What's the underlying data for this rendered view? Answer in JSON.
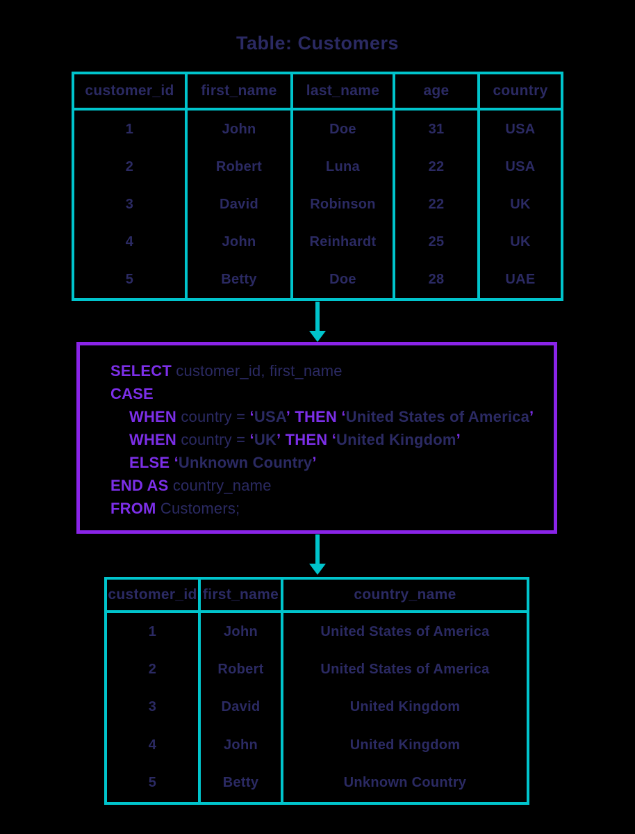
{
  "page": {
    "title": "Table: Customers"
  },
  "colors": {
    "background": "#000000",
    "teal": "#00c4cc",
    "navy": "#2b2a63",
    "purple": "#8a24e8",
    "keyword": "#7c2fe8"
  },
  "icons": {
    "flow_arrow_1": "down-arrow",
    "flow_arrow_2": "down-arrow"
  },
  "source_table": {
    "headers": [
      "customer_id",
      "first_name",
      "last_name",
      "age",
      "country"
    ],
    "rows": [
      [
        "1",
        "John",
        "Doe",
        "31",
        "USA"
      ],
      [
        "2",
        "Robert",
        "Luna",
        "22",
        "USA"
      ],
      [
        "3",
        "David",
        "Robinson",
        "22",
        "UK"
      ],
      [
        "4",
        "John",
        "Reinhardt",
        "25",
        "UK"
      ],
      [
        "5",
        "Betty",
        "Doe",
        "28",
        "UAE"
      ]
    ]
  },
  "sql_query": {
    "lines": [
      {
        "indent": 0,
        "tokens": [
          {
            "text": "SELECT",
            "style": "kw"
          },
          {
            "text": " customer_id, first_name",
            "style": "plain"
          }
        ]
      },
      {
        "indent": 0,
        "tokens": [
          {
            "text": "CASE",
            "style": "kw"
          }
        ]
      },
      {
        "indent": 1,
        "tokens": [
          {
            "text": "WHEN",
            "style": "kw"
          },
          {
            "text": " country = ",
            "style": "plain"
          },
          {
            "text": "‘",
            "style": "q"
          },
          {
            "text": "USA",
            "style": "str"
          },
          {
            "text": "’",
            "style": "q"
          },
          {
            "text": " ",
            "style": "plain"
          },
          {
            "text": "THEN",
            "style": "kw"
          },
          {
            "text": " ",
            "style": "plain"
          },
          {
            "text": "‘",
            "style": "q"
          },
          {
            "text": "United States of America",
            "style": "str"
          },
          {
            "text": "’",
            "style": "q"
          }
        ]
      },
      {
        "indent": 1,
        "tokens": [
          {
            "text": "WHEN",
            "style": "kw"
          },
          {
            "text": " country = ",
            "style": "plain"
          },
          {
            "text": "‘",
            "style": "q"
          },
          {
            "text": "UK",
            "style": "str"
          },
          {
            "text": "’",
            "style": "q"
          },
          {
            "text": " ",
            "style": "plain"
          },
          {
            "text": "THEN",
            "style": "kw"
          },
          {
            "text": " ",
            "style": "plain"
          },
          {
            "text": "‘",
            "style": "q"
          },
          {
            "text": "United Kingdom",
            "style": "str"
          },
          {
            "text": "’",
            "style": "q"
          }
        ]
      },
      {
        "indent": 1,
        "tokens": [
          {
            "text": "ELSE",
            "style": "kw"
          },
          {
            "text": " ",
            "style": "plain"
          },
          {
            "text": "‘",
            "style": "q"
          },
          {
            "text": "Unknown Country",
            "style": "str"
          },
          {
            "text": "’",
            "style": "q"
          }
        ]
      },
      {
        "indent": 0,
        "tokens": [
          {
            "text": "END AS",
            "style": "kw"
          },
          {
            "text": " country_name",
            "style": "plain"
          }
        ]
      },
      {
        "indent": 0,
        "tokens": [
          {
            "text": "FROM",
            "style": "kw"
          },
          {
            "text": " Customers;",
            "style": "plain"
          }
        ]
      }
    ]
  },
  "result_table": {
    "headers": [
      "customer_id",
      "first_name",
      "country_name"
    ],
    "rows": [
      [
        "1",
        "John",
        "United States of America"
      ],
      [
        "2",
        "Robert",
        "United States of America"
      ],
      [
        "3",
        "David",
        "United Kingdom"
      ],
      [
        "4",
        "John",
        "United Kingdom"
      ],
      [
        "5",
        "Betty",
        "Unknown Country"
      ]
    ]
  }
}
